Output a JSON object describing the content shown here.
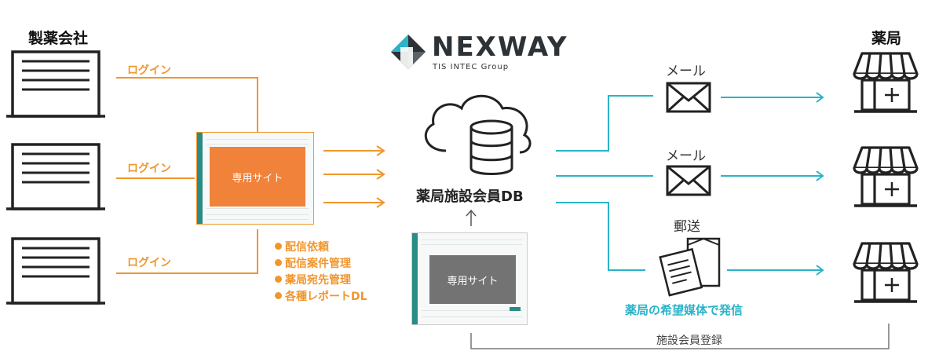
{
  "headers": {
    "pharma_company": "製薬会社",
    "pharmacy": "薬局"
  },
  "brand": {
    "name": "NEXWAY",
    "group": "TIS INTEC Group"
  },
  "logins": [
    "ログイン",
    "ログイン",
    "ログイン"
  ],
  "site_label_top": "専用サイト",
  "site_label_bottom": "専用サイト",
  "features": [
    "配信依頼",
    "配信案件管理",
    "薬局宛先管理",
    "各種レポートDL"
  ],
  "db_label": "薬局施設会員DB",
  "channels": [
    "メール",
    "メール",
    "郵送"
  ],
  "preferred_media": "薬局の希望媒体で発信",
  "registration": "施設会員登録",
  "colors": {
    "orange": "#f0962e",
    "cyan": "#2ab3c9",
    "dark": "#2d3237"
  }
}
